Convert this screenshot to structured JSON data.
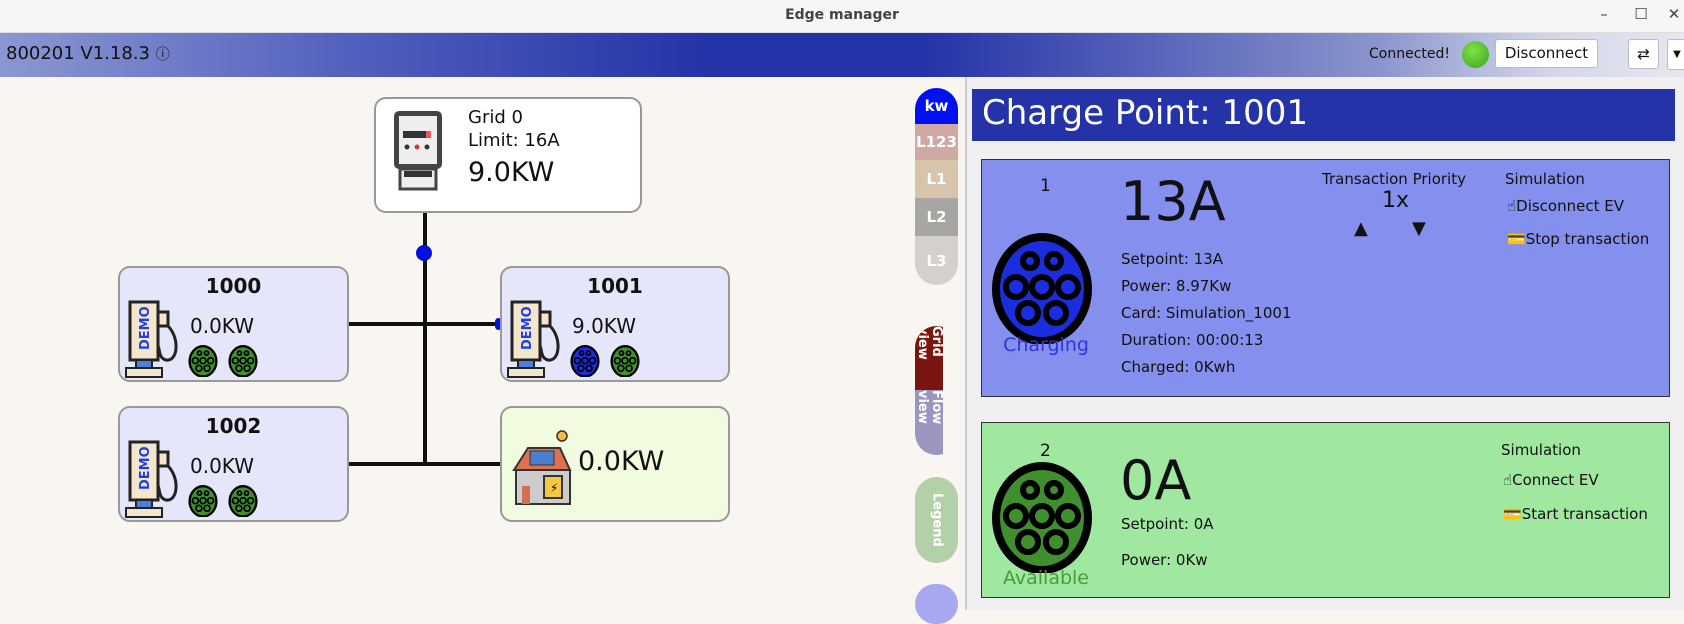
{
  "window": {
    "title": "Edge manager",
    "controls": [
      "minimize",
      "maximize",
      "close"
    ]
  },
  "header": {
    "version": "800201 V1.18.3",
    "status": "Connected!",
    "status_color": "#4cc22a",
    "disconnect_label": "Disconnect"
  },
  "grid": {
    "name": "Grid 0",
    "limit": "Limit: 16A",
    "power": "9.0KW"
  },
  "chargers": [
    {
      "id": "1000",
      "power": "0.0KW",
      "connectors": [
        "available",
        "available"
      ]
    },
    {
      "id": "1001",
      "power": "9.0KW",
      "connectors": [
        "charging",
        "available"
      ]
    },
    {
      "id": "1002",
      "power": "0.0KW",
      "connectors": [
        "available",
        "available"
      ]
    }
  ],
  "solar": {
    "power": "0.0KW"
  },
  "sidebar": {
    "units": [
      "kw",
      "L123",
      "L1",
      "L2",
      "L3"
    ],
    "views": [
      "Grid view",
      "Flow view"
    ],
    "legend": "Legend"
  },
  "panel": {
    "title": "Charge Point: 1001",
    "connectors": [
      {
        "number": "1",
        "current": "13A",
        "status": "Charging",
        "status_color": "#3333dd",
        "bg": "#8590ee",
        "lines": [
          "Setpoint: 13A",
          "Power: 8.97Kw",
          "Card: Simulation_1001",
          "Duration: 00:00:13",
          "Charged: 0Kwh"
        ],
        "priority_label": "Transaction Priority",
        "priority": "1x",
        "sim_label": "Simulation",
        "sim_actions": [
          "Disconnect EV",
          "Stop transaction"
        ]
      },
      {
        "number": "2",
        "current": "0A",
        "status": "Available",
        "status_color": "#4a9a3a",
        "bg": "#a0e8a0",
        "lines": [
          "Setpoint: 0A",
          "Power: 0Kw"
        ],
        "sim_label": "Simulation",
        "sim_actions": [
          "Connect EV",
          "Start transaction"
        ]
      }
    ]
  },
  "colors": {
    "charging": "#1a2ee0",
    "available": "#3f8f2f",
    "accent": "#2533a8"
  }
}
